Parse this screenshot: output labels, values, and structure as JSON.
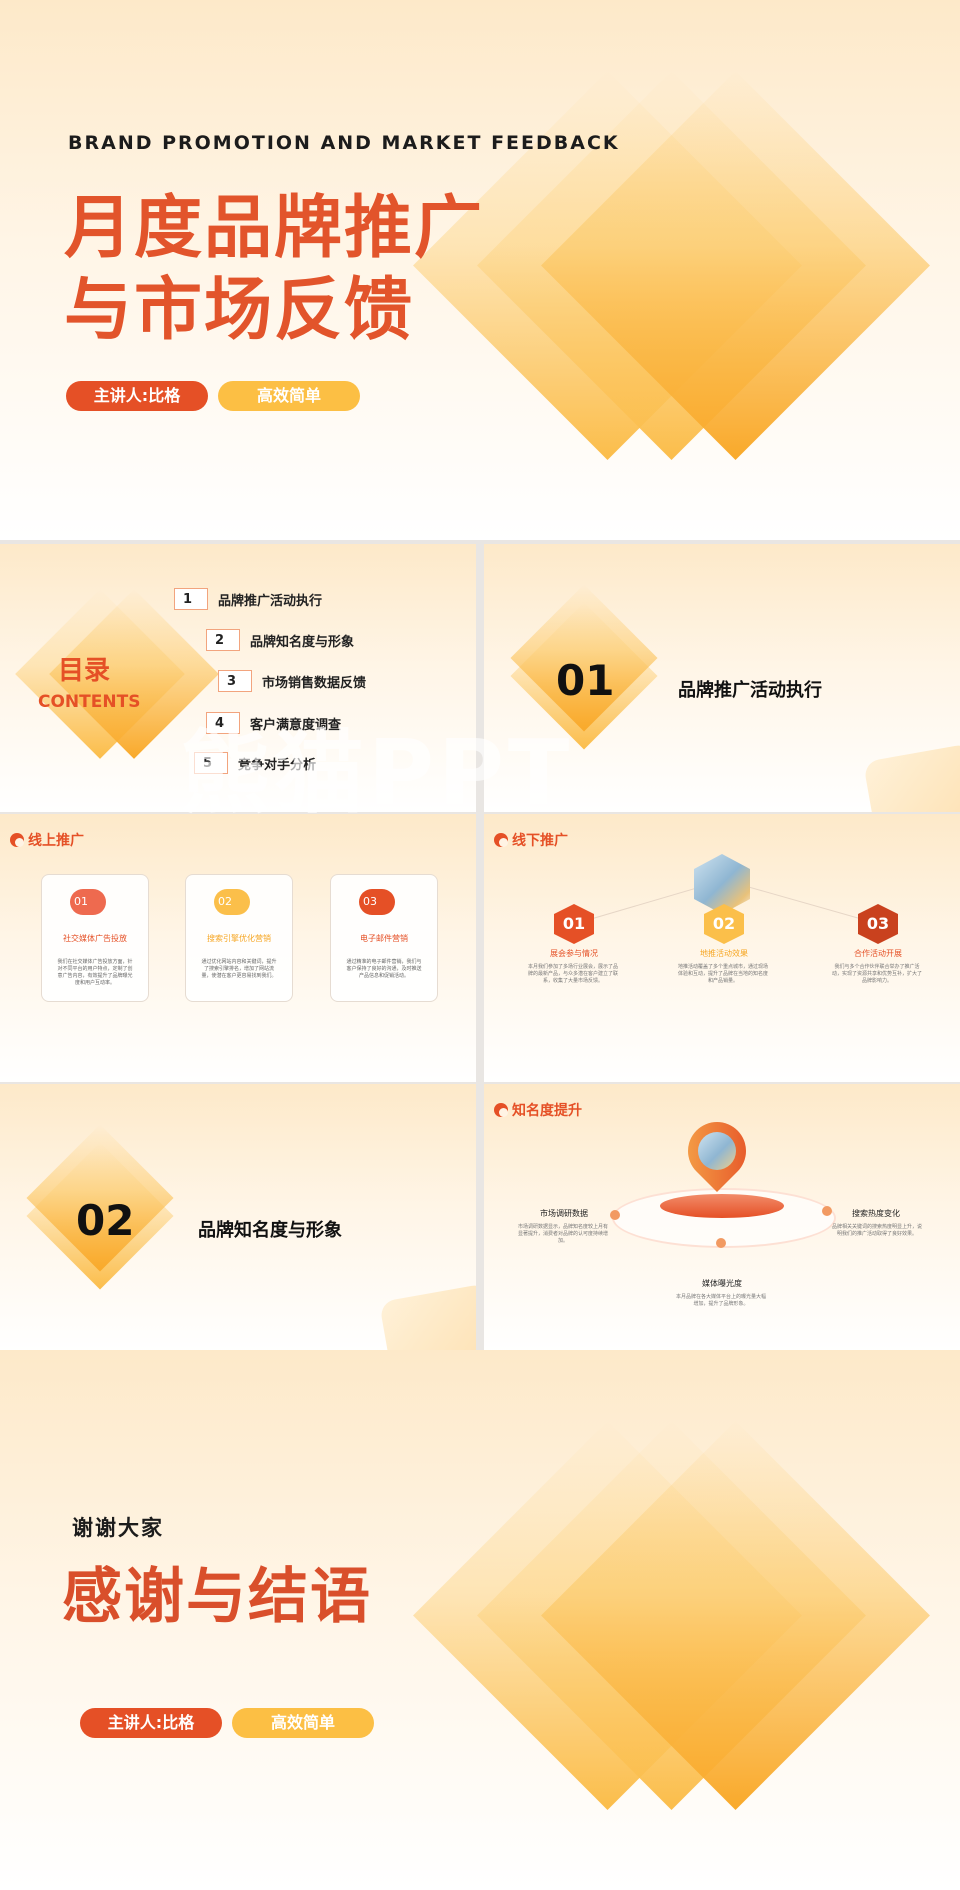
{
  "cover": {
    "subtitle": "BRAND PROMOTION AND MARKET FEEDBACK",
    "title_line1": "月度品牌推广",
    "title_line2": "与市场反馈",
    "presenter": "主讲人:比格",
    "tag": "高效简单"
  },
  "toc": {
    "title": "目录",
    "title_en": "CONTENTS",
    "items": [
      {
        "num": "1",
        "label": "品牌推广活动执行"
      },
      {
        "num": "2",
        "label": "品牌知名度与形象"
      },
      {
        "num": "3",
        "label": "市场销售数据反馈"
      },
      {
        "num": "4",
        "label": "客户满意度调查"
      },
      {
        "num": "5",
        "label": "竞争对手分析"
      }
    ]
  },
  "section1": {
    "num": "01",
    "title": "品牌推广活动执行"
  },
  "online": {
    "heading": "线上推广",
    "cards": [
      {
        "num": "01",
        "title": "社交媒体广告投放",
        "text": "我们在社交媒体广告投放方面，针对不同平台的用户特点，定制了创意广告内容，有效提升了品牌曝光度和用户互动率。"
      },
      {
        "num": "02",
        "title": "搜索引擎优化营销",
        "text": "通过优化网站内容和关键词，提升了搜索引擎排名，增加了网站流量，使潜在客户更容易找到我们。"
      },
      {
        "num": "03",
        "title": "电子邮件营销",
        "text": "通过精准的电子邮件营销，我们与客户保持了良好的沟通，及时推送产品信息和促销活动。"
      }
    ],
    "colors": [
      "#ee6a4f",
      "#fbbf4a",
      "#e55026"
    ]
  },
  "offline": {
    "heading": "线下推广",
    "items": [
      {
        "num": "01",
        "label": "展会参与情况",
        "text": "本月我们参加了多场行业展会，展示了品牌的最新产品，与众多潜在客户建立了联系，收集了大量市场反馈。"
      },
      {
        "num": "02",
        "label": "地推活动效果",
        "text": "地推活动覆盖了多个重点城市，通过现场体验和互动，提升了品牌在当地的知名度和产品销量。"
      },
      {
        "num": "03",
        "label": "合作活动开展",
        "text": "我们与多个合作伙伴联合举办了推广活动，实现了资源共享和优势互补，扩大了品牌影响力。"
      }
    ],
    "colors": [
      "#e55026",
      "#fbbf4a",
      "#c9411e"
    ]
  },
  "section2": {
    "num": "02",
    "title": "品牌知名度与形象"
  },
  "awareness": {
    "heading": "知名度提升",
    "points": [
      {
        "label": "市场调研数据",
        "text": "市场调研数据显示，品牌知名度较上月有显著提升，消费者对品牌的认可度持续增加。"
      },
      {
        "label": "搜索热度变化",
        "text": "品牌相关关键词的搜索热度明显上升，说明我们的推广活动取得了良好效果。"
      },
      {
        "label": "媒体曝光度",
        "text": "本月品牌在各大媒体平台上的曝光量大幅增加，提升了品牌形象。"
      }
    ]
  },
  "watermark": "熊猫PPT",
  "ending": {
    "subtitle": "谢谢大家",
    "title": "感谢与结语",
    "presenter": "主讲人:比格",
    "tag": "高效简单"
  }
}
